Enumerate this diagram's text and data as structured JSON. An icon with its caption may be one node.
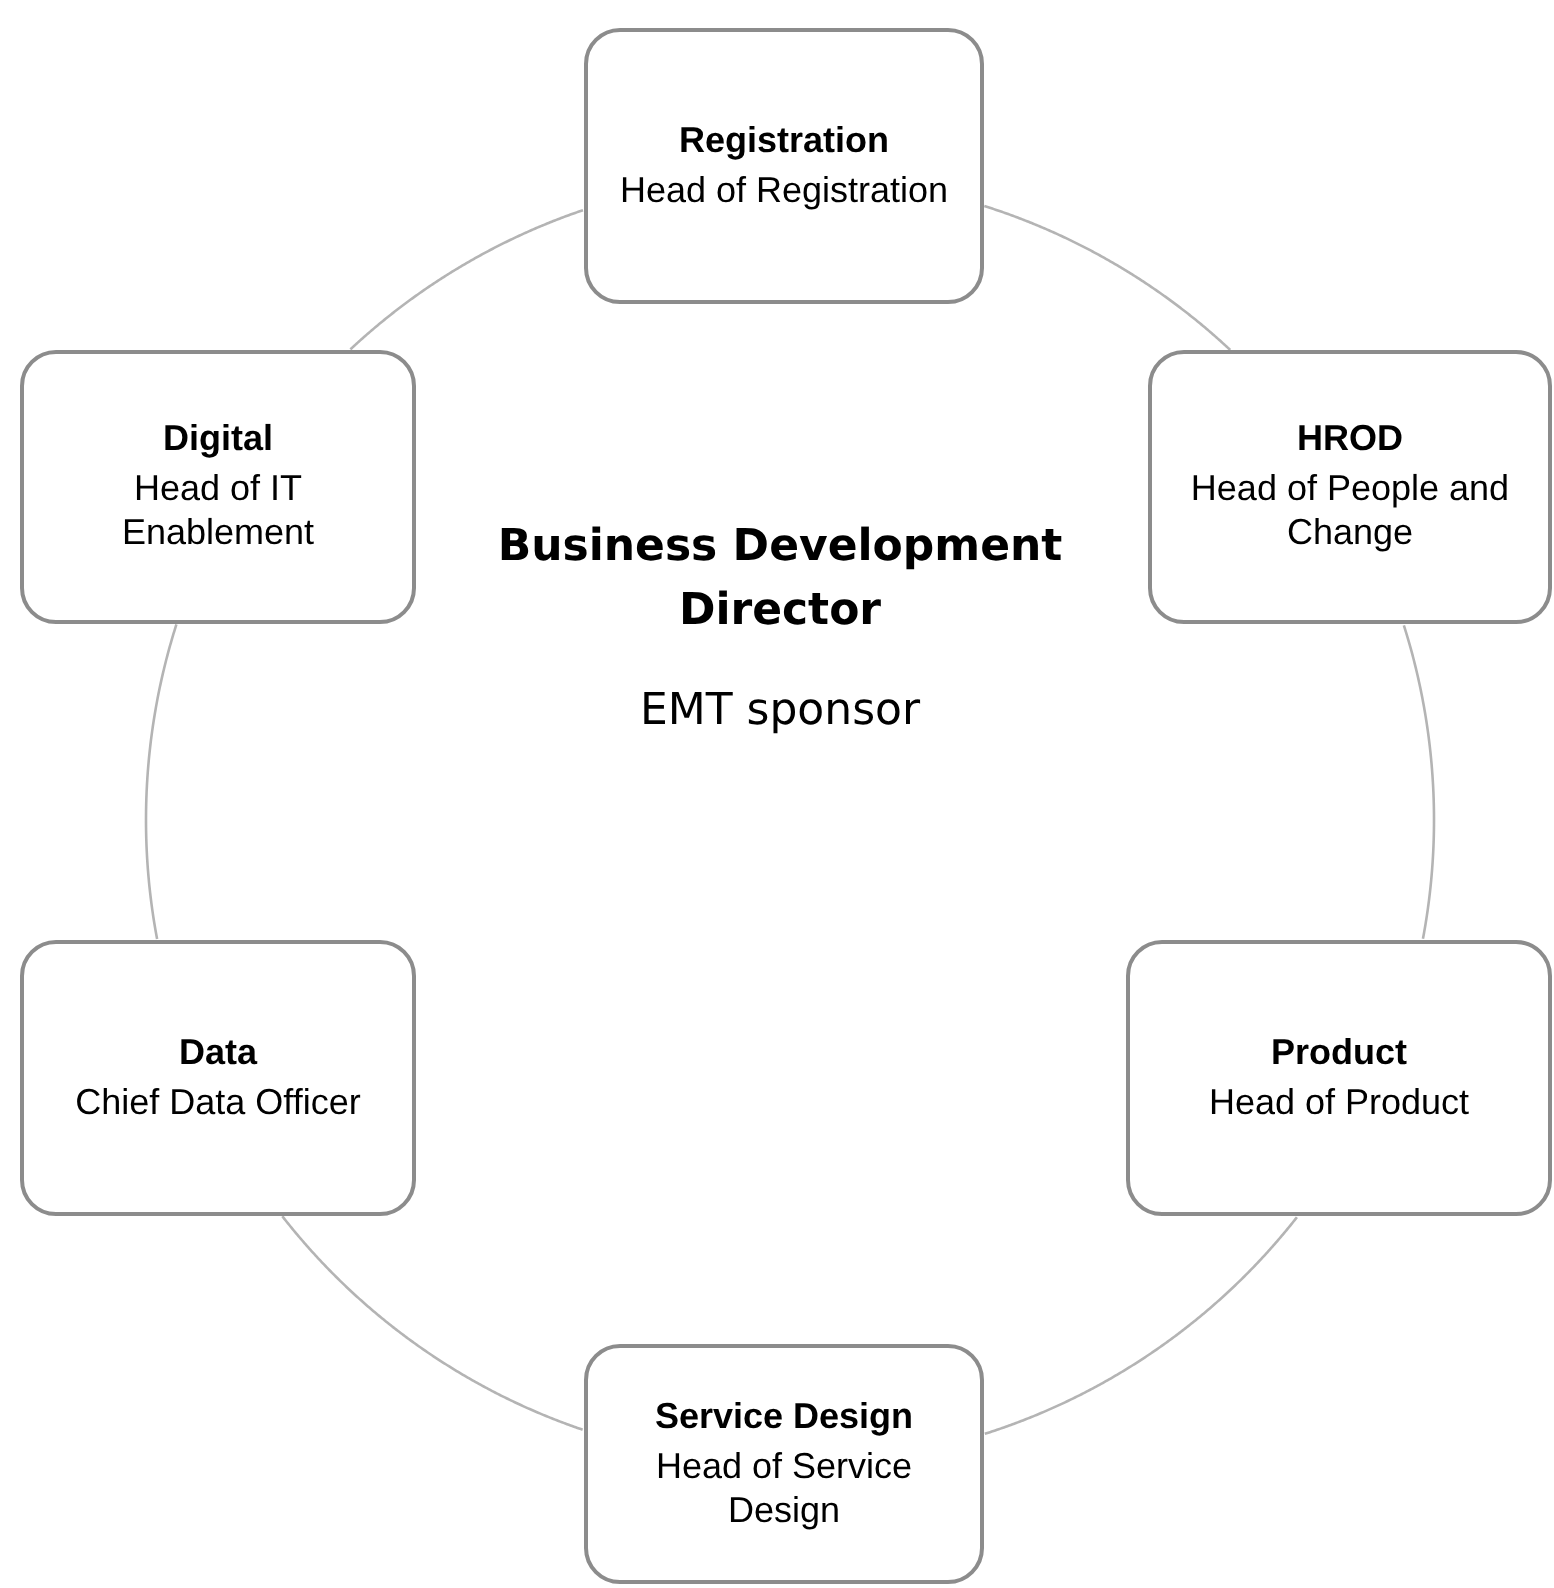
{
  "diagram": {
    "nodes": [
      {
        "text": [
          "Registration",
          "Head of Registration"
        ]
      },
      {
        "text": [
          "Digital",
          "Head of IT Enablement"
        ]
      },
      {
        "text": [
          "HROD",
          "Head of People and Change"
        ]
      },
      {
        "text": [
          "Data",
          "Chief Data Officer"
        ]
      },
      {
        "text": [
          "Product",
          "Head of Product"
        ]
      },
      {
        "text": [
          "Service Design",
          "Head of Service Design"
        ]
      }
    ],
    "edges": [
      {
        "from": 0,
        "to": 2,
        "arrow": "none"
      },
      {
        "from": 2,
        "to": 4,
        "arrow": "none"
      },
      {
        "from": 4,
        "to": 5,
        "arrow": "none"
      },
      {
        "from": 5,
        "to": 3,
        "arrow": "none"
      },
      {
        "from": 3,
        "to": 1,
        "arrow": "none"
      },
      {
        "from": 1,
        "to": 0,
        "arrow": "none"
      }
    ],
    "labels": [
      "Business Development Director",
      "EMT sponsor"
    ]
  }
}
